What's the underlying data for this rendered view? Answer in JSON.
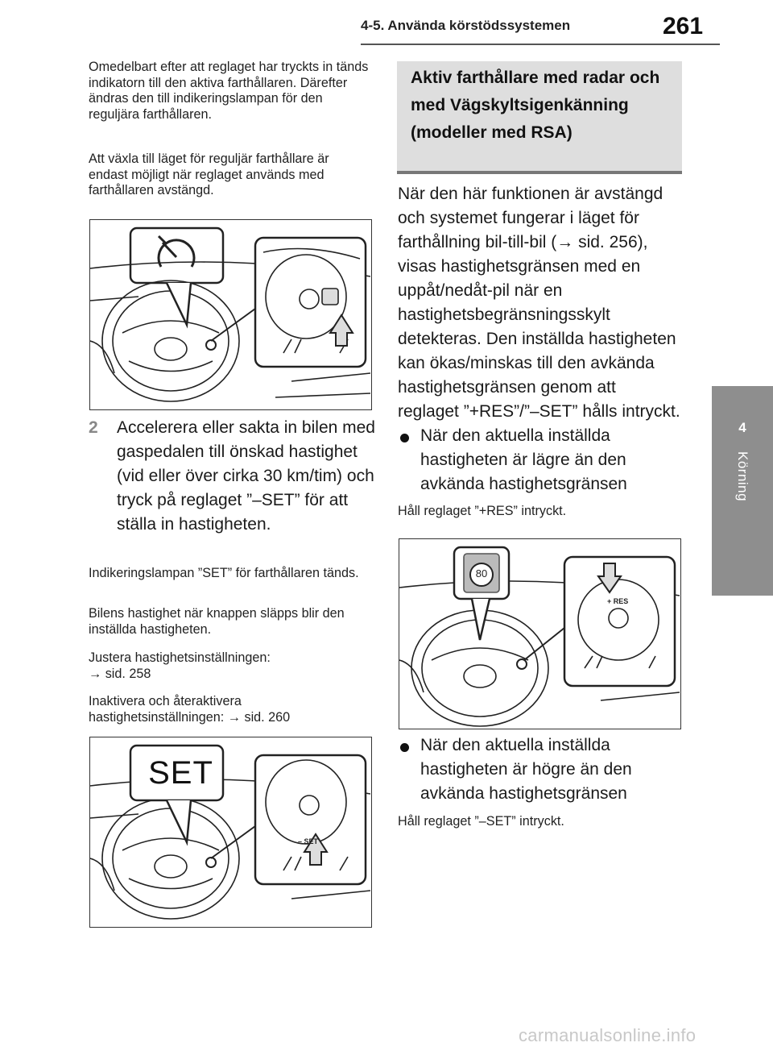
{
  "header": {
    "section": "4-5. Använda körstödssystemen",
    "page_number": "261"
  },
  "side_tab": {
    "chapter_number": "4",
    "chapter_label": "Körning"
  },
  "left": {
    "intro_1": "Omedelbart efter att reglaget har tryckts in tänds indikatorn till den aktiva farthållaren. Därefter ändras den till indikeringslampan för den reguljära farthållaren.",
    "intro_2": "Att växla till läget för reguljär farthållare är endast möjligt när reglaget används med farthållaren avstängd.",
    "step_number": "2",
    "step_text": "Accelerera eller sakta in bilen med gaspedalen till önskad hastighet (vid eller över cirka 30 km/tim) och tryck på reglaget ”–SET” för att ställa in hastigheten.",
    "note_1": "Indikeringslampan ”SET” för farthållaren tänds.",
    "note_2": "Bilens hastighet när knappen släpps blir den inställda hastigheten.",
    "note_3_label": "Justera hastighetsinställningen:",
    "note_3_ref": "sid. 258",
    "note_4_label": "Inaktivera och återaktivera hastighetsinställningen:",
    "note_4_ref": "sid. 260",
    "fig2_callout": "SET",
    "fig2_button": "– SET"
  },
  "right": {
    "section_title": "Aktiv farthållare med radar och med Vägskyltsigenkänning (modeller med RSA)",
    "body_before_ref": "När den här funktionen är avstängd och systemet fungerar i läget för farthållning bil-till-bil (",
    "body_ref": "sid. 256",
    "body_after_ref": "), visas hastighetsgränsen med en uppåt/nedåt-pil när en hastighetsbegränsningsskylt detekteras. Den inställda hastigheten kan ökas/minskas till den avkända hastighetsgränsen genom att reglaget ”+RES”/”–SET” hålls intryckt.",
    "bullet_1": "När den aktuella inställda hastigheten är lägre än den avkända hastighetsgränsen",
    "bullet_1_note": "Håll reglaget ”+RES” intryckt.",
    "fig3_speed": "80",
    "fig3_button": "+ RES",
    "bullet_2": "När den aktuella inställda hastigheten är högre än den avkända hastighetsgränsen",
    "bullet_2_note": "Håll reglaget ”–SET” intryckt."
  },
  "footer": {
    "watermark": "carmanualsonline.info"
  }
}
